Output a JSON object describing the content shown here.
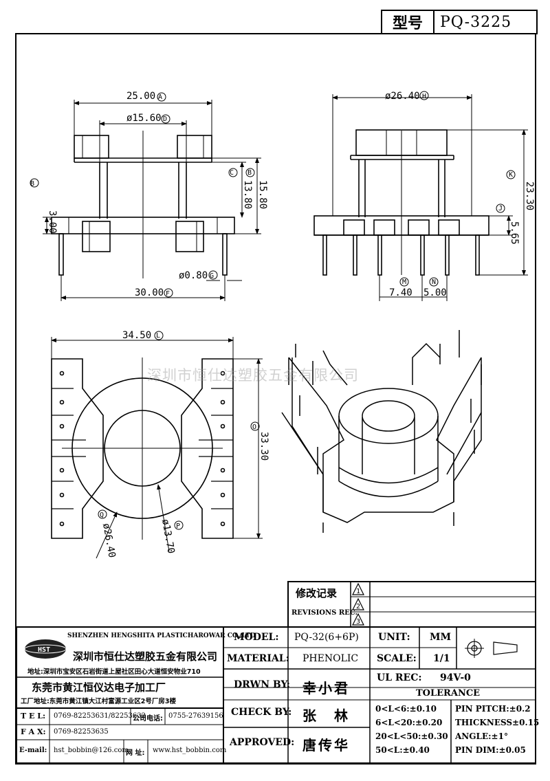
{
  "header": {
    "model_label": "型号",
    "model_value": "PQ-3225"
  },
  "watermark": "深圳市恒仕达塑胶五金有限公司",
  "dims": {
    "front": {
      "d1": "25.00",
      "c1": "A",
      "d2": "ø15.60",
      "c2": "D",
      "d3": "3.00",
      "c3": "B",
      "d4": "13.80",
      "c4": "C",
      "d5": "15.80",
      "c5": "B",
      "d6": "ø0.80",
      "c6": "G",
      "d7": "30.00",
      "c7": "F"
    },
    "side": {
      "d1": "ø26.40",
      "c1": "H",
      "d2": "23.30",
      "c2": "K",
      "d3": "5.65",
      "c3": "J",
      "d4": "7.40",
      "c4": "M",
      "d5": "5.00",
      "c5": "N"
    },
    "bottom": {
      "d1": "34.50",
      "c1": "L",
      "d2": "33.30",
      "c2": "O",
      "d3": "ø26.40",
      "c3": "Q",
      "d4": "ø13.70",
      "c4": "P"
    }
  },
  "revisions": {
    "title_cn": "修改记录",
    "title_en": "REVISIONS REC.",
    "marks": [
      "1",
      "2",
      "3"
    ]
  },
  "company": {
    "name_en": "SHENZHEN HENGSHITA PLASTICHAROWAR CO.,LTD",
    "name_cn": "深圳市恒仕达塑胶五金有限公司",
    "addr": "地址:深圳市宝安区石岩街道上屋社区田心大道恒安物业710",
    "factory": "东莞市黄江恒仪达电子加工厂",
    "factory_addr": "工厂地址:东莞市黄江镇大江村富源工业区2号厂房3楼",
    "tel_label": "T E L:",
    "tel": "0769-82253631/82253632",
    "office_label": "公司电话:",
    "office": "0755-27639156",
    "fax_label": "F A X:",
    "fax": "0769-82253635",
    "email_label": "E-mail:",
    "email": "hst_bobbin@126.com",
    "web_label": "网 址:",
    "web": "www.hst_bobbin.com",
    "logo_text": "HST"
  },
  "title_block": {
    "model_label": "MODEL:",
    "model": "PQ-32(6+6P)",
    "unit_label": "UNIT:",
    "unit": "MM",
    "material_label": "MATERIAL:",
    "material": "PHENOLIC",
    "scale_label": "SCALE:",
    "scale": "1/1",
    "ulrec_label": "UL REC:",
    "ulrec": "94V-0",
    "drwn_label": "DRWN BY:",
    "drwn": "幸小君",
    "check_label": "CHECK BY:",
    "check": "张　林",
    "approved_label": "APPROVED:",
    "approved": "唐传华",
    "tolerance_label": "TOLERANCE",
    "tol1": "0<L<6:±0.10",
    "tol2": "6<L<20:±0.20",
    "tol3": "20<L<50:±0.30",
    "tol4": "50<L:±0.40",
    "pin_pitch": "PIN PITCH:±0.2",
    "thickness": "THICKNESS±0.15",
    "angle": "ANGLE:±1°",
    "pin_dim": "PIN DIM:±0.05"
  }
}
